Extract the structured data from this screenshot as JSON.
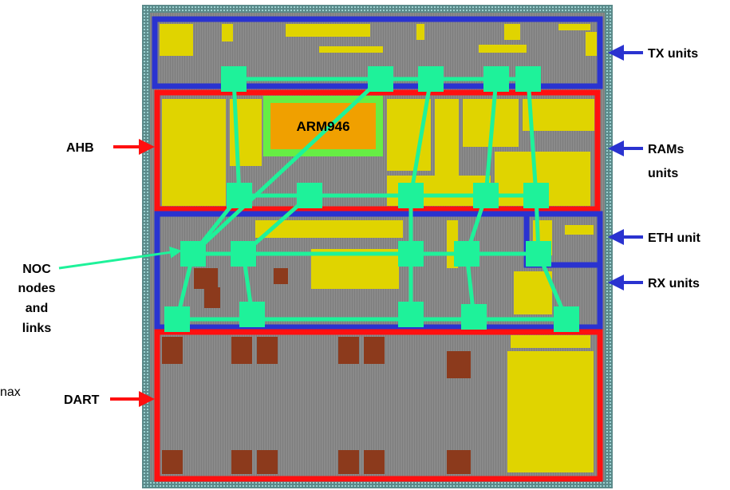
{
  "labels": {
    "tx_units": "TX units",
    "rams_line1": "RAMs",
    "rams_line2": "units",
    "eth_unit": "ETH unit",
    "rx_units": "RX units",
    "ahb": "AHB",
    "noc_line1": "NOC",
    "noc_line2": "nodes",
    "noc_line3": "and",
    "noc_line4": "links",
    "dart": "DART",
    "cpu": "ARM946",
    "partial": "nax"
  },
  "colors": {
    "die_gray": "#8a8a8a",
    "cell_yellow": "#e0d400",
    "macro_brown": "#8c3a1c",
    "cpu_orange": "#f0a000",
    "cpu_border": "#66ee44",
    "noc_green": "#1ef29a",
    "red_region": "#ff1010",
    "blue_region": "#2a33d0",
    "arrow_red": "#ff1010",
    "arrow_blue": "#2a33d0",
    "noc_pointer": "#1ef29a"
  }
}
